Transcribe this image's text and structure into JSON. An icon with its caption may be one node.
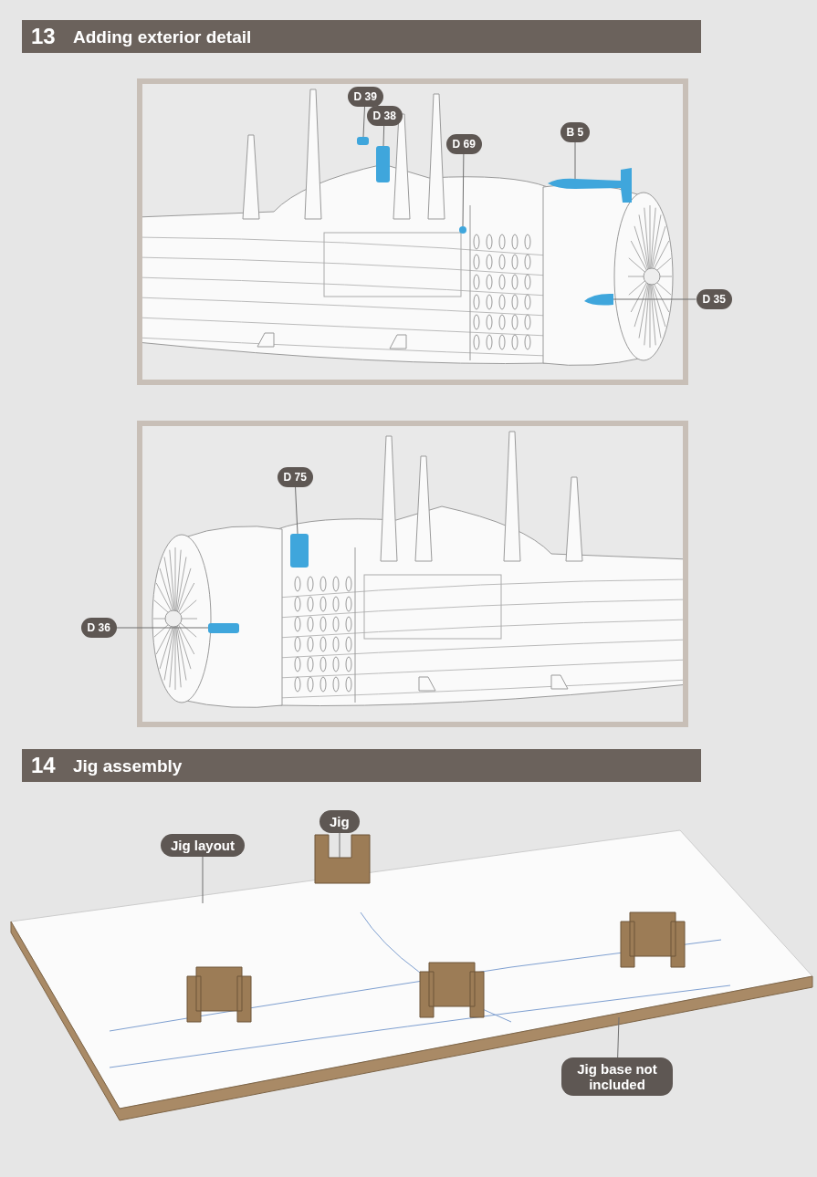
{
  "diagram": {
    "nodes": [
      {
        "text": [
          "D 39"
        ]
      },
      {
        "text": [],
        "shape": "box"
      },
      {
        "text": [
          "D 38"
        ]
      },
      {
        "text": [],
        "shape": "box"
      },
      {
        "text": [
          "D 69"
        ]
      },
      {
        "text": [],
        "shape": "circle"
      },
      {
        "text": [
          "B 5"
        ]
      },
      {
        "text": [],
        "shape": "picture"
      },
      {
        "text": [
          "D 35"
        ]
      },
      {
        "text": [],
        "shape": "picture"
      },
      {
        "text": [
          "D 75"
        ]
      },
      {
        "text": [],
        "shape": "box"
      },
      {
        "text": [
          "D 36"
        ]
      },
      {
        "text": [],
        "shape": "box"
      },
      {
        "text": [
          "Jig layout"
        ]
      },
      {
        "text": [],
        "shape": "picture"
      },
      {
        "text": [
          "Jig"
        ]
      },
      {
        "text": [],
        "shape": "picture"
      },
      {
        "text": [
          "Jig base not included"
        ]
      },
      {
        "text": [],
        "shape": "picture"
      }
    ],
    "edges": [
      {
        "from": 0,
        "to": 1,
        "arrow": "none"
      },
      {
        "from": 2,
        "to": 3,
        "arrow": "none"
      },
      {
        "from": 4,
        "to": 5,
        "arrow": "none"
      },
      {
        "from": 6,
        "to": 7,
        "arrow": "none"
      },
      {
        "from": 8,
        "to": 9,
        "arrow": "none"
      },
      {
        "from": 10,
        "to": 11,
        "arrow": "none"
      },
      {
        "from": 12,
        "to": 13,
        "arrow": "none"
      },
      {
        "from": 14,
        "to": 15,
        "arrow": "none"
      },
      {
        "from": 16,
        "to": 17,
        "arrow": "none"
      },
      {
        "from": 18,
        "to": 19,
        "arrow": "none"
      }
    ],
    "labels": [
      "13",
      "Adding exterior detail",
      "14",
      "Jig assembly"
    ]
  }
}
